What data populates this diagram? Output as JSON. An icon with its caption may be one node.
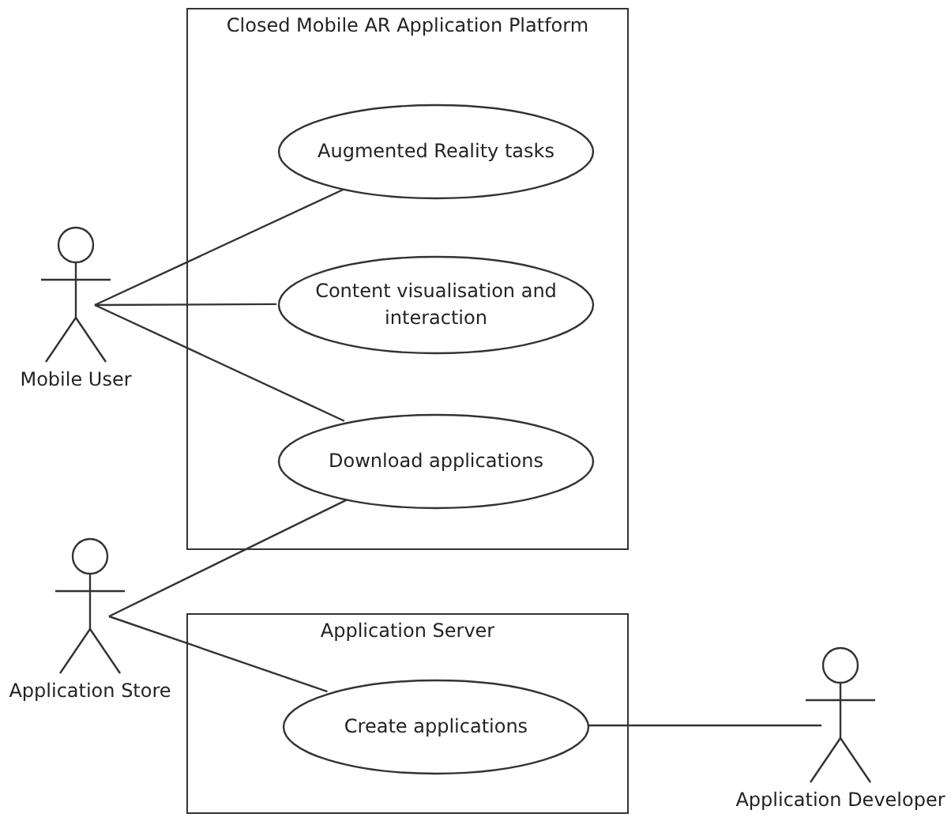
{
  "diagram": {
    "nodes": [
      {
        "text": [
          "Closed Mobile AR Application Platform"
        ]
      },
      {
        "text": [
          "Augmented Reality tasks"
        ],
        "in": 0
      },
      {
        "text": [
          "Content visualisation and interaction"
        ],
        "in": 0
      },
      {
        "text": [
          "Download applications"
        ],
        "in": 0
      },
      {
        "text": [
          "Mobile User"
        ]
      },
      {
        "text": [
          "Application Store"
        ]
      },
      {
        "text": [
          "Application Server"
        ]
      },
      {
        "text": [
          "Create applications"
        ],
        "in": 6
      },
      {
        "text": [
          "Application Developer"
        ]
      }
    ],
    "edges": [
      {
        "from": 4,
        "to": 1,
        "arrow": "none"
      },
      {
        "from": 4,
        "to": 2,
        "arrow": "none"
      },
      {
        "from": 4,
        "to": 3,
        "arrow": "none"
      },
      {
        "from": 5,
        "to": 3,
        "arrow": "none"
      },
      {
        "from": 5,
        "to": 7,
        "arrow": "none"
      },
      {
        "from": 7,
        "to": 8,
        "arrow": "none"
      }
    ]
  }
}
